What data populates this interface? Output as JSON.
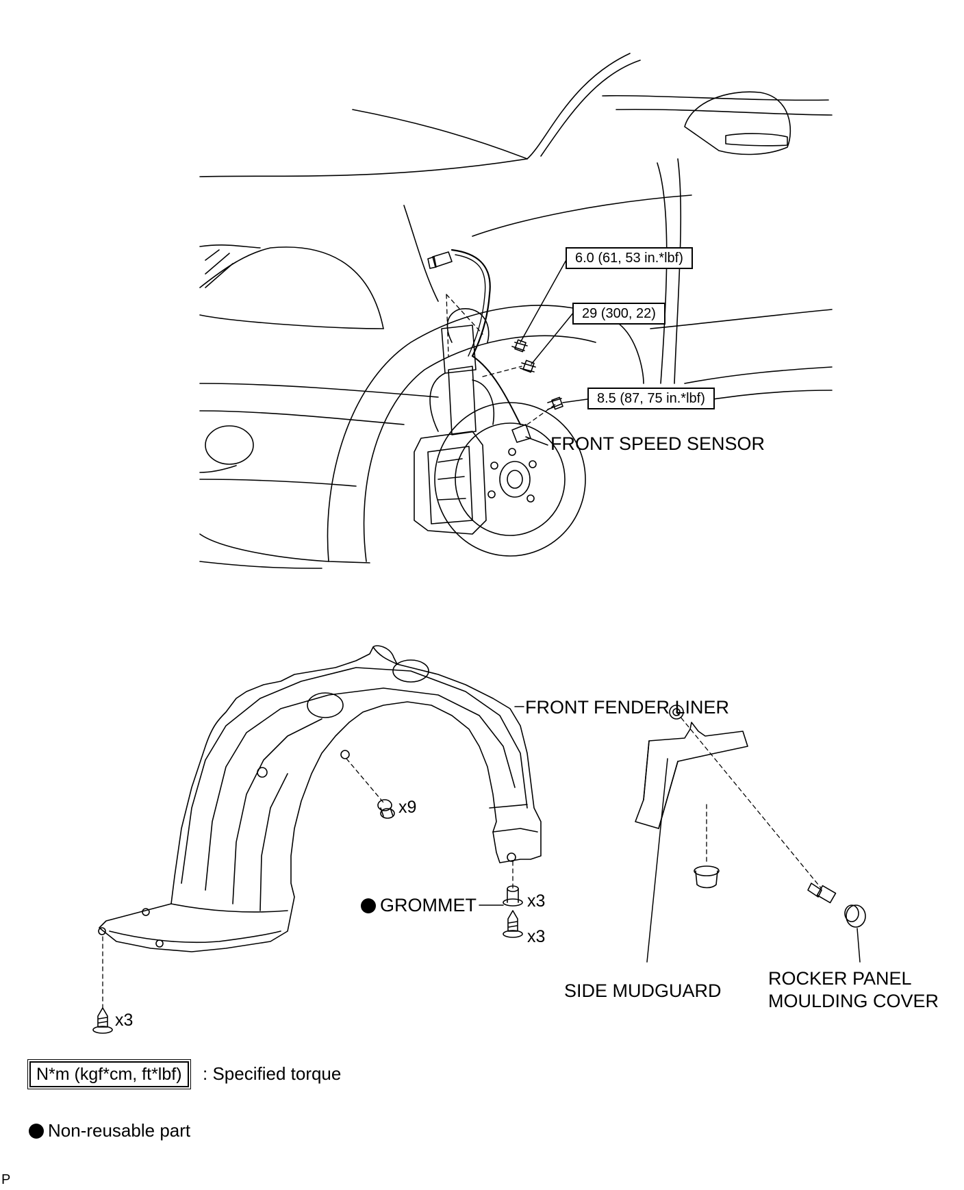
{
  "torque_specs": [
    {
      "value": "6.0 (61, 53 in.*lbf)"
    },
    {
      "value": "29 (300, 22)"
    },
    {
      "value": "8.5 (87, 75 in.*lbf)"
    }
  ],
  "parts": {
    "front_speed_sensor": "FRONT SPEED SENSOR",
    "front_fender_liner": "FRONT FENDER LINER",
    "grommet": "GROMMET",
    "side_mudguard": "SIDE MUDGUARD",
    "rocker_panel_line1": "ROCKER PANEL",
    "rocker_panel_line2": "MOULDING COVER"
  },
  "quantities": {
    "clip": "x9",
    "grommet": "x3",
    "screw": "x3",
    "bolt": "x3"
  },
  "legend": {
    "torque_unit": "N*m (kgf*cm, ft*lbf)",
    "torque_desc": ": Specified torque",
    "non_reusable": "Non-reusable part"
  },
  "corner_mark": "P"
}
